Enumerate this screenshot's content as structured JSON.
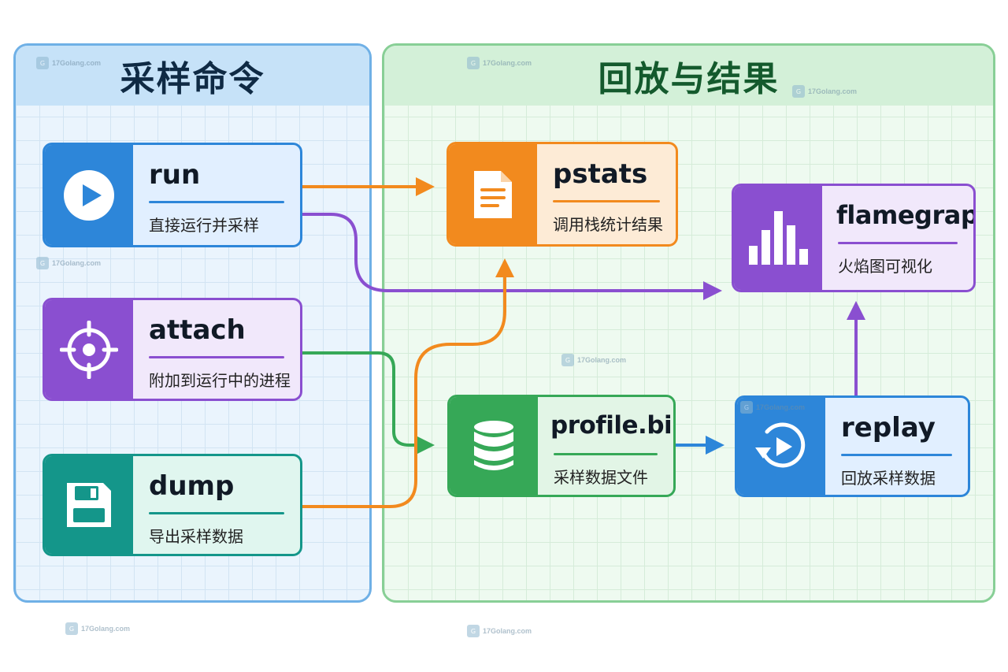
{
  "panels": {
    "left_title": "采样命令",
    "right_title": "回放与结果"
  },
  "nodes": {
    "run": {
      "title": "run",
      "desc": "直接运行并采样",
      "icon": "play-icon",
      "color": "#2d86d9"
    },
    "attach": {
      "title": "attach",
      "desc": "附加到运行中的进程",
      "icon": "crosshair-icon",
      "color": "#8a4fd0"
    },
    "dump": {
      "title": "dump",
      "desc": "导出采样数据",
      "icon": "save-disk-icon",
      "color": "#14968a"
    },
    "pstats": {
      "title": "pstats",
      "desc": "调用栈统计结果",
      "icon": "document-icon",
      "color": "#f28a1e"
    },
    "profile_bin": {
      "title": "profile.bin",
      "desc": "采样数据文件",
      "icon": "database-icon",
      "color": "#36a857"
    },
    "replay": {
      "title": "replay",
      "desc": "回放采样数据",
      "icon": "replay-icon",
      "color": "#2d86d9"
    },
    "flamegraph": {
      "title": "flamegraph",
      "desc": "火焰图可视化",
      "icon": "bar-chart-icon",
      "color": "#8a4fd0"
    }
  },
  "watermark": {
    "text": "17Golang.com"
  }
}
